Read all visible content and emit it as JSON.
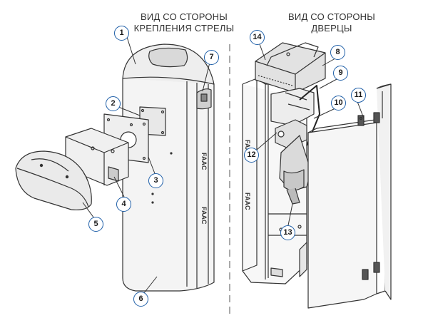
{
  "headings": {
    "left": {
      "line1": "ВИД СО СТОРОНЫ",
      "line2": "КРЕПЛЕНИЯ СТРЕЛЫ"
    },
    "right": {
      "line1": "ВИД СО СТОРОНЫ",
      "line2": "ДВЕРЦЫ"
    }
  },
  "brand_mark": "FAAC",
  "callouts": [
    "1",
    "2",
    "3",
    "4",
    "5",
    "6",
    "7",
    "8",
    "9",
    "10",
    "11",
    "12",
    "13",
    "14"
  ],
  "colors": {
    "callout_border": "#1f5fa8",
    "line": "#333333",
    "body_fill": "#f4f4f4"
  }
}
